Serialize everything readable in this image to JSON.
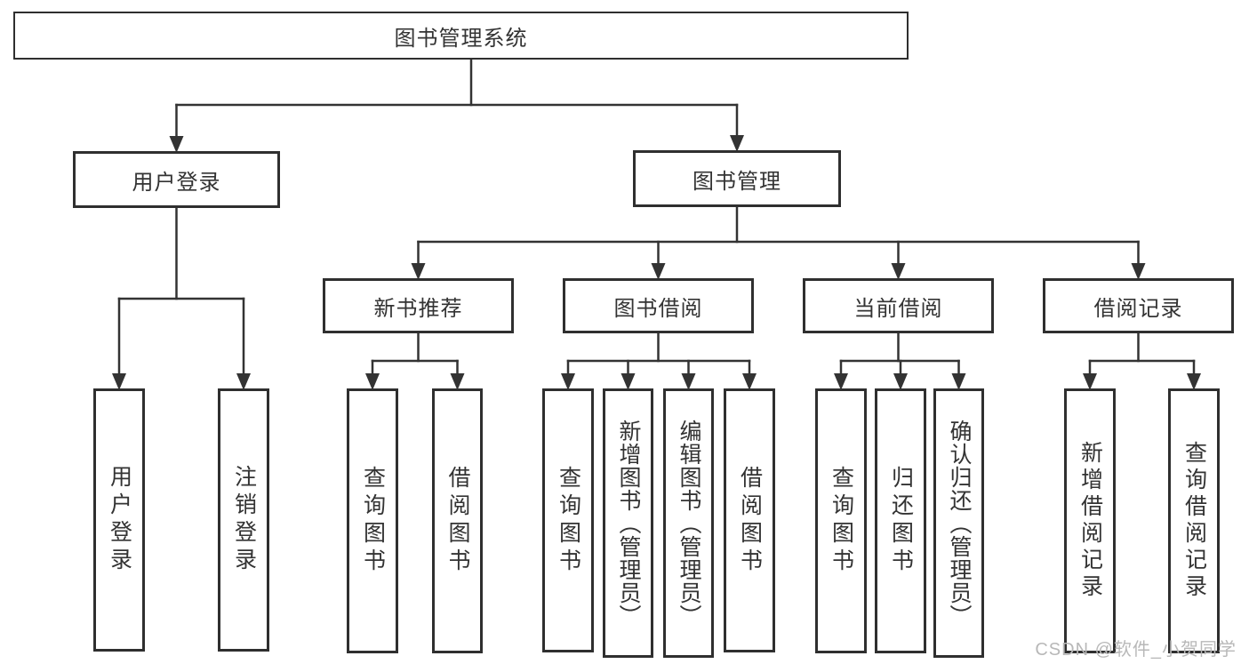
{
  "diagram_title": "图书管理系统",
  "watermark": "CSDN @软件_小贺同学",
  "colors": {
    "line": "#333333",
    "box_border": "#2f2f2f",
    "text": "#333333",
    "watermark_text": "#b8b8b8",
    "background": "#ffffff"
  },
  "nodes": [
    {
      "id": "root",
      "label": "图书管理系统",
      "level": 1,
      "parent": null
    },
    {
      "id": "user-login",
      "label": "用户登录",
      "level": 2,
      "parent": "root"
    },
    {
      "id": "book-mgmt",
      "label": "图书管理",
      "level": 2,
      "parent": "root"
    },
    {
      "id": "new-book-recommend",
      "label": "新书推荐",
      "level": 3,
      "parent": "book-mgmt"
    },
    {
      "id": "book-borrow",
      "label": "图书借阅",
      "level": 3,
      "parent": "book-mgmt"
    },
    {
      "id": "current-borrow",
      "label": "当前借阅",
      "level": 3,
      "parent": "book-mgmt"
    },
    {
      "id": "borrow-record",
      "label": "借阅记录",
      "level": 3,
      "parent": "book-mgmt"
    },
    {
      "id": "leaf-user-login",
      "label": "用户登录",
      "level": 4,
      "parent": "user-login"
    },
    {
      "id": "leaf-logout",
      "label": "注销登录",
      "level": 4,
      "parent": "user-login"
    },
    {
      "id": "nr-query-books",
      "label": "查询图书",
      "level": 4,
      "parent": "new-book-recommend"
    },
    {
      "id": "nr-borrow-books",
      "label": "借阅图书",
      "level": 4,
      "parent": "new-book-recommend"
    },
    {
      "id": "bb-query-books",
      "label": "查询图书",
      "level": 4,
      "parent": "book-borrow"
    },
    {
      "id": "bb-add-book",
      "label": "新增图书（管理员）",
      "level": 4,
      "parent": "book-borrow"
    },
    {
      "id": "bb-edit-book",
      "label": "编辑图书（管理员）",
      "level": 4,
      "parent": "book-borrow"
    },
    {
      "id": "bb-borrow-books",
      "label": "借阅图书",
      "level": 4,
      "parent": "book-borrow"
    },
    {
      "id": "cb-query-books",
      "label": "查询图书",
      "level": 4,
      "parent": "current-borrow"
    },
    {
      "id": "cb-return-book",
      "label": "归还图书",
      "level": 4,
      "parent": "current-borrow"
    },
    {
      "id": "cb-confirm-return",
      "label": "确认归还（管理员）",
      "level": 4,
      "parent": "current-borrow"
    },
    {
      "id": "br-add-record",
      "label": "新增借阅记录",
      "level": 4,
      "parent": "borrow-record"
    },
    {
      "id": "br-query-record",
      "label": "查询借阅记录",
      "level": 4,
      "parent": "borrow-record"
    }
  ]
}
